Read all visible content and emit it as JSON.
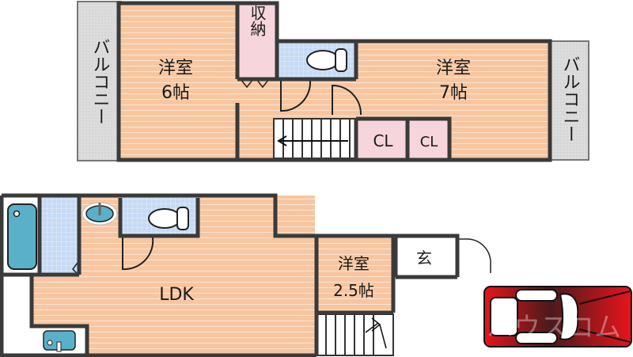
{
  "floor_plan": {
    "upper_floor": {
      "balcony_left": "バルコニー",
      "room_left": {
        "name": "洋室",
        "size": "6帖"
      },
      "storage": "収納",
      "room_right": {
        "name": "洋室",
        "size": "7帖"
      },
      "closet_1": "CL",
      "closet_2": "CL",
      "balcony_right": "バルコニー"
    },
    "lower_floor": {
      "ldk": "LDK",
      "small_room": {
        "name": "洋室",
        "size": "2.5帖"
      },
      "entrance": "玄"
    },
    "watermark": "ハウスコム",
    "colors": {
      "floor": "#f7c9a6",
      "wet_area": "#cfe0f5",
      "storage": "#f6d5dc",
      "balcony": "#dddddd",
      "fixture": "#5ab0c8",
      "wall": "#3a3a3a",
      "car": "#d8141a"
    }
  }
}
